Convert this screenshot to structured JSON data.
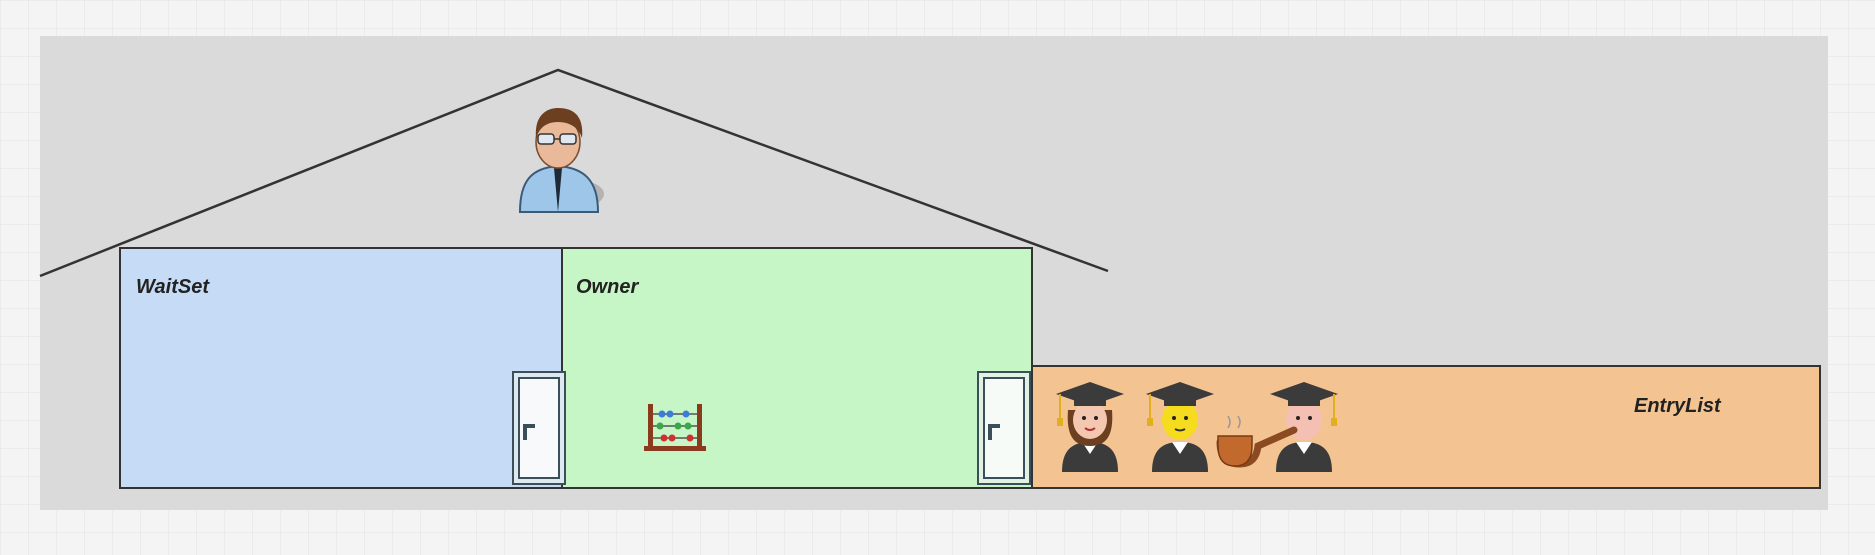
{
  "diagram": {
    "regions": {
      "waitset": {
        "label": "WaitSet",
        "color": "#c6dbf5"
      },
      "owner": {
        "label": "Owner",
        "color": "#c6f5c6"
      },
      "entrylist": {
        "label": "EntryList",
        "color": "#f4c392"
      }
    },
    "icons": {
      "owner_thread": "person-with-glasses-icon",
      "waitset_door": "door-icon",
      "entry_door": "door-icon",
      "lock_token": "abacus-icon",
      "waiting_threads": [
        "graduate-girl-icon",
        "graduate-yellow-icon",
        "graduate-pipe-icon"
      ]
    }
  }
}
